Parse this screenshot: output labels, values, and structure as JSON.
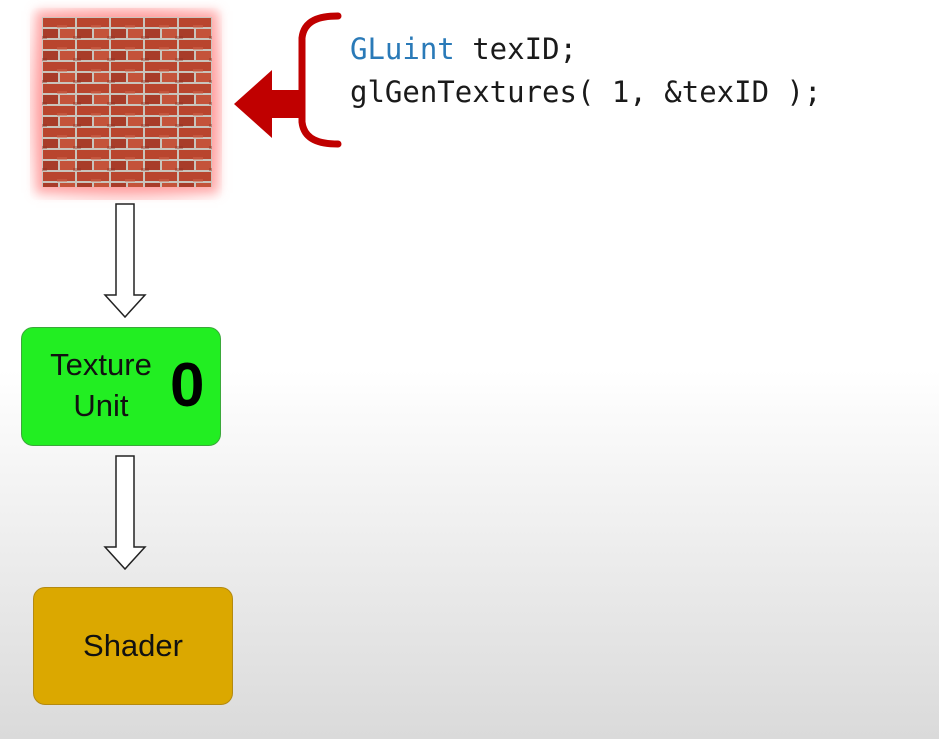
{
  "code": {
    "line1_keyword": "GLuint",
    "line1_rest": " texID;",
    "line2": "glGenTextures( 1, &texID );"
  },
  "nodes": {
    "texture_unit_label": "Texture\nUnit",
    "texture_unit_number": "0",
    "shader_label": "Shader"
  },
  "colors": {
    "keyword": "#2a7ab8",
    "texture_unit_fill": "#22ee22",
    "shader_fill": "#dba800",
    "bracket_arrow": "#c00000"
  },
  "icons": {
    "texture": "brick-wall-texture",
    "pointer": "red-left-arrow-with-brace",
    "flow": "hollow-down-arrow"
  }
}
